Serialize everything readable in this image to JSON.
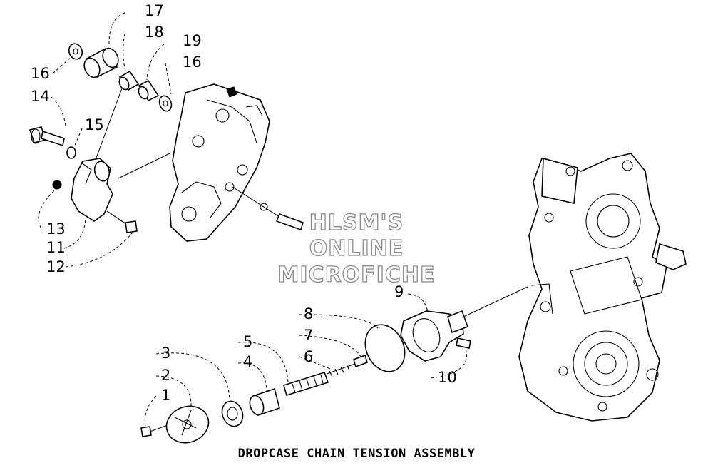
{
  "title": "DROPCASE CHAIN TENSION ASSEMBLY",
  "watermark": [
    "HLSM'S",
    "ONLINE",
    "MICROFICHE"
  ],
  "callouts": [
    "17",
    "18",
    "19",
    "16",
    "16",
    "14",
    "15",
    "13",
    "11",
    "12",
    "1",
    "2",
    "3",
    "4",
    "5",
    "6",
    "7",
    "8",
    "9",
    "10"
  ]
}
